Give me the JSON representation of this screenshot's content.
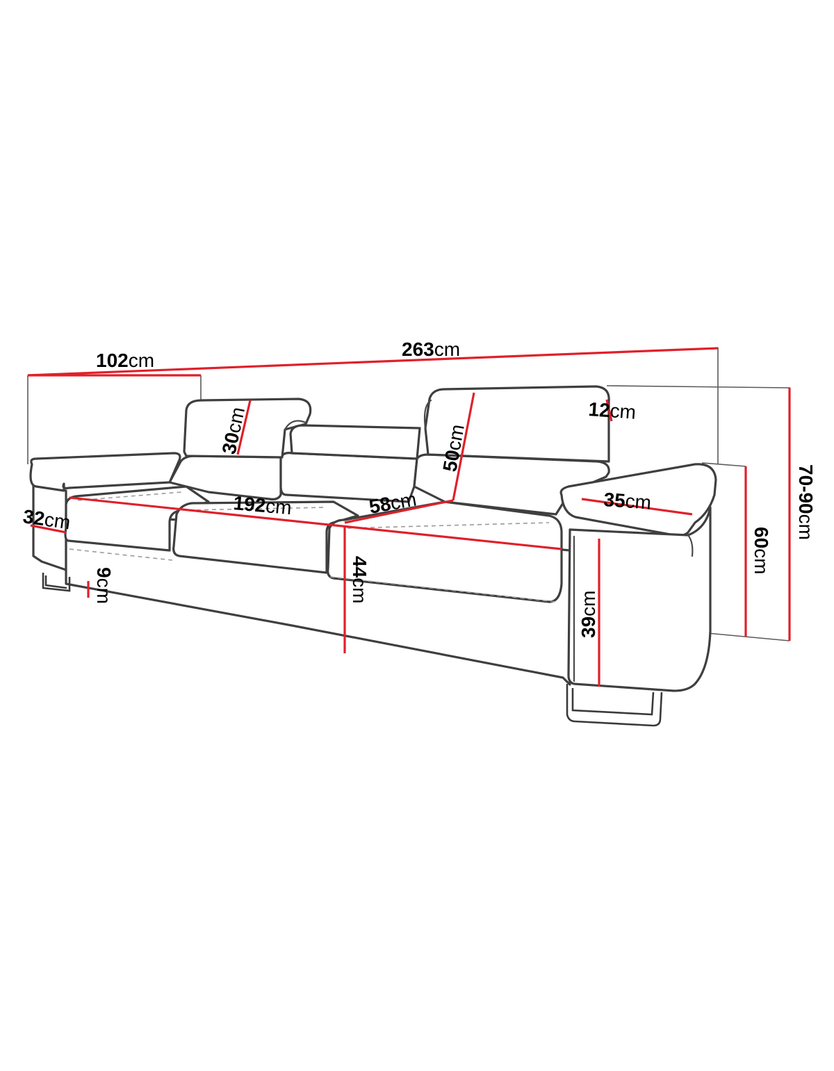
{
  "accent_color": "#e0202a",
  "dimensions": [
    {
      "id": "total_width",
      "value": "263",
      "unit": "cm"
    },
    {
      "id": "depth",
      "value": "102",
      "unit": "cm"
    },
    {
      "id": "headrest_height",
      "value": "30",
      "unit": "cm"
    },
    {
      "id": "headrest_thickness",
      "value": "12",
      "unit": "cm"
    },
    {
      "id": "backrest_height",
      "value": "50",
      "unit": "cm"
    },
    {
      "id": "total_height",
      "value": "70-90",
      "unit": "cm"
    },
    {
      "id": "armrest_height",
      "value": "60",
      "unit": "cm"
    },
    {
      "id": "armrest_depth",
      "value": "35",
      "unit": "cm"
    },
    {
      "id": "seat_width",
      "value": "192",
      "unit": "cm"
    },
    {
      "id": "seat_depth",
      "value": "58",
      "unit": "cm"
    },
    {
      "id": "armrest_width",
      "value": "32",
      "unit": "cm"
    },
    {
      "id": "seat_height",
      "value": "44",
      "unit": "cm"
    },
    {
      "id": "leg_height",
      "value": "9",
      "unit": "cm"
    },
    {
      "id": "armrest_side_height",
      "value": "39",
      "unit": "cm"
    }
  ]
}
